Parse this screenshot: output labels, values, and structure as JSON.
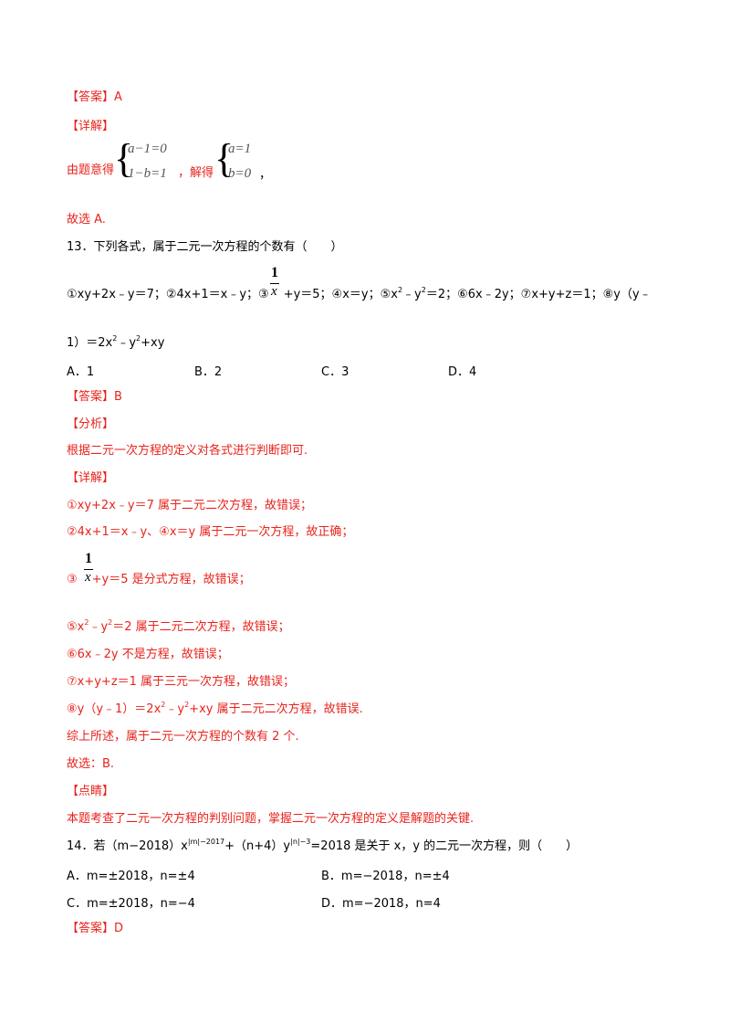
{
  "q12": {
    "answer": "【答案】A",
    "detail_head": "【详解】",
    "detail_prefix": "由题意得",
    "sys1": [
      "a−1=0",
      "1−b=1"
    ],
    "sep": "，解得",
    "sys2": [
      "a=1",
      "b=0"
    ],
    "sys2_tail": "，",
    "conclusion": "故选 A."
  },
  "q13": {
    "stem": "13．下列各式，属于二元一次方程的个数有（　　）",
    "items_a": "①xy+2x﹣y＝7；②4x+1＝x﹣y；③",
    "frac_num": "1",
    "frac_den": "x",
    "items_b": "+y＝5；④x＝y；⑤x",
    "items_c": "﹣y",
    "items_d": "＝2；⑥6x﹣2y；⑦x+y+z＝1；⑧y（y﹣",
    "sup2": "2",
    "line2_a": "1）＝2x",
    "line2_b": "﹣y",
    "line2_c": "+xy",
    "options": [
      "A．1",
      "B．2",
      "C．3",
      "D．4"
    ],
    "answer": "【答案】B",
    "analysis_head": "【分析】",
    "analysis": "根据二元一次方程的定义对各式进行判断即可.",
    "detail_head": "【详解】",
    "d1": "①xy+2x﹣y＝7 属于二元二次方程，故错误；",
    "d2": "②4x+1＝x﹣y、④x＝y 属于二元一次方程，故正确；",
    "d3_a": "③",
    "d3_b": "+y＝5 是分式方程，故错误；",
    "d5_a": "⑤x",
    "d5_b": "﹣y",
    "d5_c": "＝2 属于二元二次方程，故错误；",
    "d6": "⑥6x﹣2y 不是方程，故错误；",
    "d7": "⑦x+y+z＝1 属于三元一次方程，故错误；",
    "d8_a": "⑧y（y﹣1）＝2x",
    "d8_b": "﹣y",
    "d8_c": "+xy 属于二元二次方程，故错误.",
    "summary": "综上所述，属于二元一次方程的个数有 2 个.",
    "choose": "故选：B.",
    "comment_head": "【点睛】",
    "comment": "本题考查了二元一次方程的判别问题，掌握二元一次方程的定义是解题的关键."
  },
  "q14": {
    "stem_a": "14．若（m−2018）x",
    "sup_a": "|m|−2017",
    "stem_b": "+（n+4）y",
    "sup_b": "|n|−3",
    "stem_c": "=2018 是关于 x，y 的二元一次方程，则（　　）",
    "options": [
      "A．m=±2018，n=±4",
      "B．m=−2018，n=±4",
      "C．m=±2018，n=−4",
      "D．m=−2018，n=4"
    ],
    "answer": "【答案】D"
  }
}
